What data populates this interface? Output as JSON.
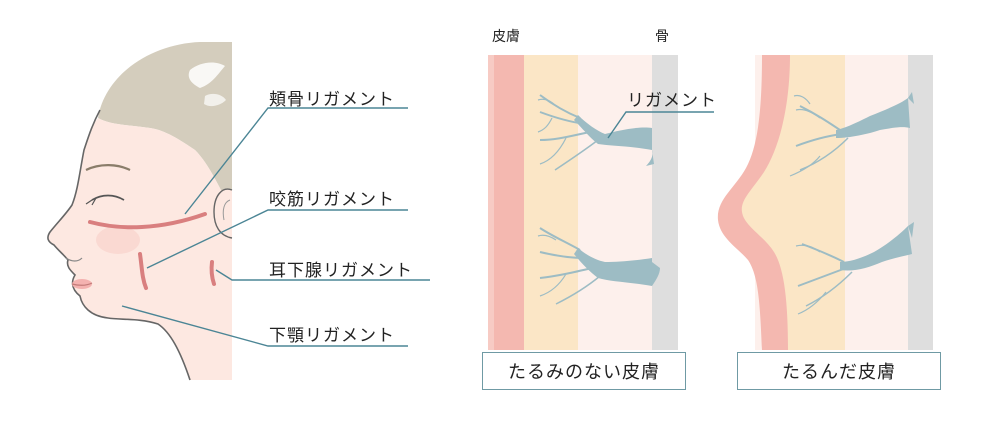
{
  "face_labels": {
    "zygomatic": "頬骨リガメント",
    "masseteric": "咬筋リガメント",
    "parotid": "耳下腺リガメント",
    "mandibular": "下顎リガメント"
  },
  "skin_panel": {
    "skin_label": "皮膚",
    "bone_label": "骨",
    "ligament_label": "リガメント",
    "caption_firm": "たるみのない皮膚",
    "caption_sagging": "たるんだ皮膚"
  },
  "colors": {
    "skin": "#fde8e1",
    "hair": "#d4cdbd",
    "skin_layer": "#f4b8b0",
    "fat_layer": "#fbe6c6",
    "deep_layer": "#fdf0ec",
    "bone": "#dedede",
    "ligament": "#9dbcc4",
    "leader_line": "#4b8595",
    "ligament_mark": "#d97f7f"
  }
}
